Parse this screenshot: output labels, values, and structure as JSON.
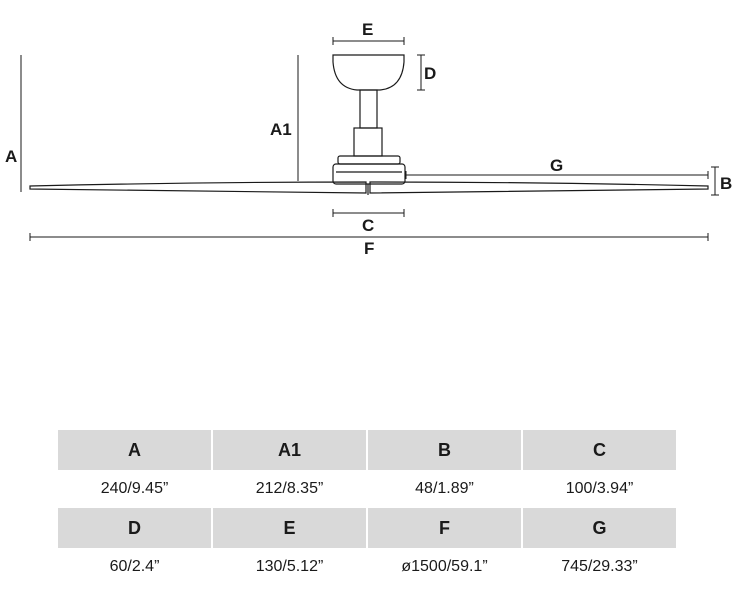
{
  "diagram": {
    "labels": {
      "A": "A",
      "A1": "A1",
      "B": "B",
      "C": "C",
      "D": "D",
      "E": "E",
      "F": "F",
      "G": "G"
    }
  },
  "table": {
    "rows": [
      {
        "headers": [
          "A",
          "A1",
          "B",
          "C"
        ],
        "values": [
          "240/9.45”",
          "212/8.35”",
          "48/1.89”",
          "100/3.94”"
        ]
      },
      {
        "headers": [
          "D",
          "E",
          "F",
          "G"
        ],
        "values": [
          "60/2.4”",
          "130/5.12”",
          "ø1500/59.1”",
          "745/29.33”"
        ]
      }
    ]
  }
}
